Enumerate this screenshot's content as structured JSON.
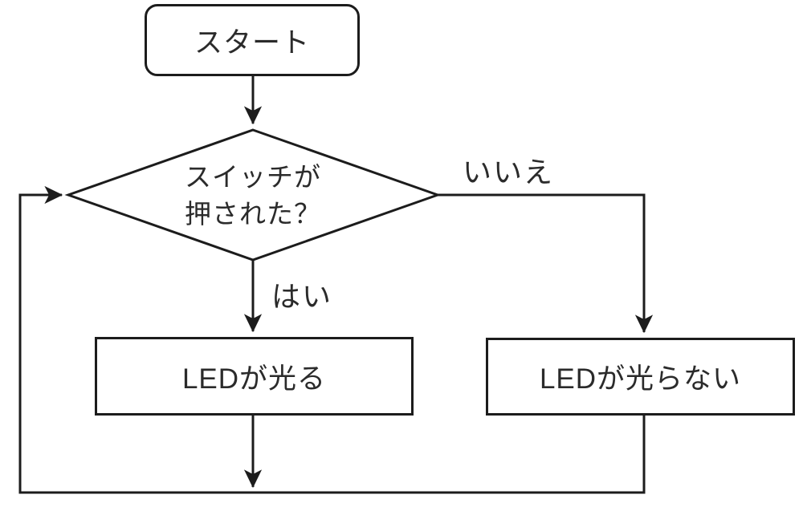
{
  "flowchart": {
    "title": "LED switch flowchart",
    "colors": {
      "stroke": "#1c1c1c",
      "text": "#2b2b2b",
      "background": "#ffffff"
    },
    "nodes": {
      "start": {
        "type": "terminator",
        "label": "スタート"
      },
      "decision": {
        "type": "decision",
        "label_line1": "スイッチが",
        "label_line2": "押された？"
      },
      "led_on": {
        "type": "process",
        "label": "LEDが光る"
      },
      "led_off": {
        "type": "process",
        "label": "LEDが光らない"
      }
    },
    "edges": {
      "yes_label": "はい",
      "no_label": "いいえ",
      "start_to_decision": "start -> decision",
      "decision_yes_to_led_on": "decision -> led_on",
      "decision_no_to_led_off": "decision -> led_off",
      "merge_loop_back": "led_on / led_off -> decision"
    }
  }
}
